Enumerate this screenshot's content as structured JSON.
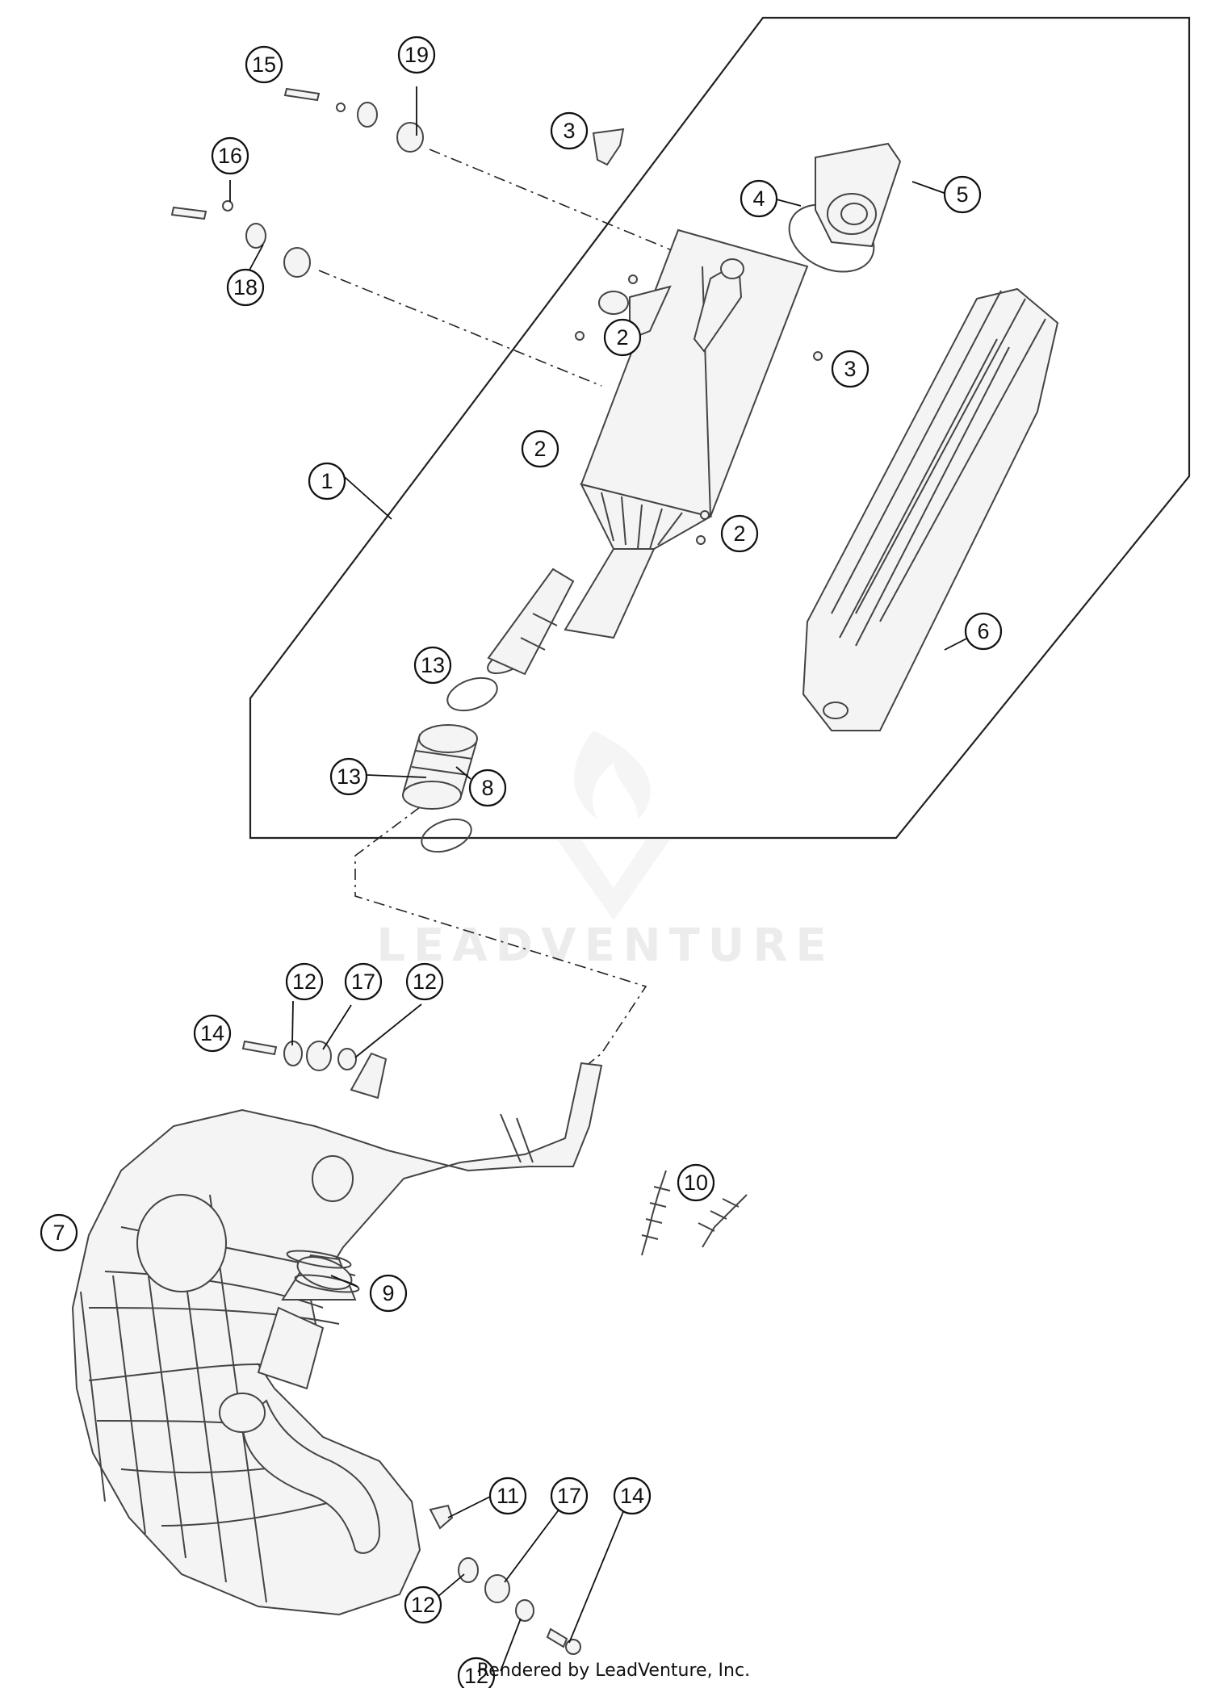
{
  "callouts": [
    {
      "n": "1"
    },
    {
      "n": "2"
    },
    {
      "n": "2"
    },
    {
      "n": "2"
    },
    {
      "n": "3"
    },
    {
      "n": "3"
    },
    {
      "n": "4"
    },
    {
      "n": "5"
    },
    {
      "n": "6"
    },
    {
      "n": "7"
    },
    {
      "n": "8"
    },
    {
      "n": "9"
    },
    {
      "n": "10"
    },
    {
      "n": "11"
    },
    {
      "n": "12"
    },
    {
      "n": "12"
    },
    {
      "n": "12"
    },
    {
      "n": "12"
    },
    {
      "n": "13"
    },
    {
      "n": "13"
    },
    {
      "n": "14"
    },
    {
      "n": "14"
    },
    {
      "n": "15"
    },
    {
      "n": "16"
    },
    {
      "n": "17"
    },
    {
      "n": "17"
    },
    {
      "n": "18"
    },
    {
      "n": "19"
    }
  ],
  "watermark": "LEADVENTURE",
  "footer": "Rendered by LeadVenture, Inc."
}
